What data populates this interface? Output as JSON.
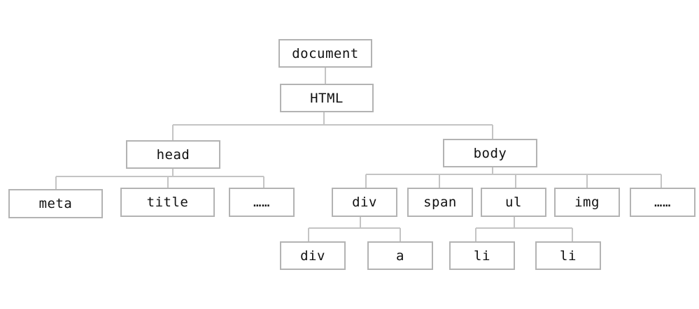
{
  "tree": {
    "document": "document",
    "html": "HTML",
    "head": "head",
    "body": "body",
    "meta": "meta",
    "title": "title",
    "head_more": "……",
    "div": "div",
    "span": "span",
    "ul": "ul",
    "img": "img",
    "body_more": "……",
    "div_child_div": "div",
    "div_child_a": "a",
    "ul_li_1": "li",
    "ul_li_2": "li"
  },
  "colors": {
    "box_border": "#b3b3b3",
    "connector": "#c4c4c4",
    "text": "#111111"
  }
}
